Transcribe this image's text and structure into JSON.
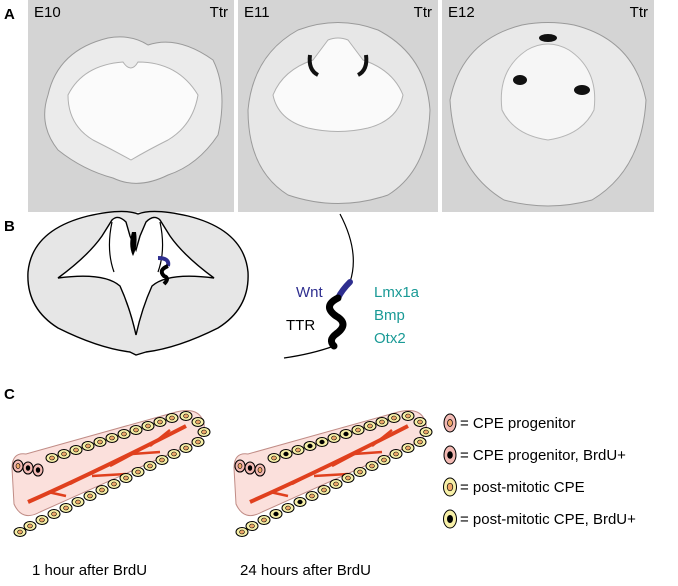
{
  "panel_a": {
    "letter": "A",
    "images": [
      {
        "stage": "E10",
        "gene": "Ttr"
      },
      {
        "stage": "E11",
        "gene": "Ttr"
      },
      {
        "stage": "E12",
        "gene": "Ttr"
      }
    ]
  },
  "panel_b": {
    "letter": "B",
    "labels": {
      "wnt": "Wnt",
      "ttr": "TTR",
      "lmx1a": "Lmx1a",
      "bmp": "Bmp",
      "otx2": "Otx2"
    }
  },
  "panel_c": {
    "letter": "C",
    "captions": {
      "left": "1 hour after BrdU",
      "right": "24 hours after BrdU"
    },
    "legend": [
      {
        "label": "= CPE progenitor"
      },
      {
        "label": "= CPE progenitor, BrdU+"
      },
      {
        "label": "= post-mitotic CPE"
      },
      {
        "label": "= post-mitotic CPE, BrdU+"
      }
    ]
  },
  "colors": {
    "wnt_blue": "#2e2e8f",
    "teal": "#1a9a96",
    "progenitor_pink": "#f2b9b3",
    "postmitotic_yellow": "#f7f0a8",
    "vessel_red": "#e0401e",
    "tissue_gray": "#e6e6e6"
  }
}
